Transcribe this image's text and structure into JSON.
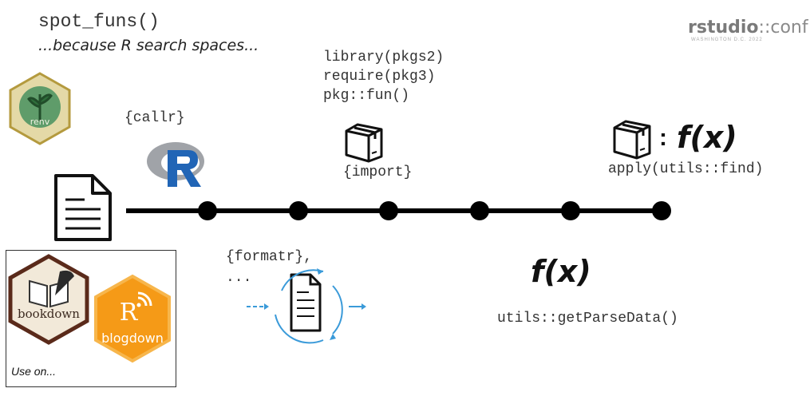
{
  "title": "spot_funs()",
  "subtitle": "...because R search spaces...",
  "code_lines": "library(pkgs2)\nrequire(pkg3)\npkg::fun()",
  "brand": {
    "main": "rstudio",
    "suffix": "::conf",
    "sub": "WASHINGTON D.C. 2022"
  },
  "labels": {
    "callr": "{callr}",
    "import": "{import}",
    "apply": "apply(utils::find)",
    "formatr": "{formatr},",
    "ellipsis": "...",
    "parse": "utils::getParseData()",
    "fx": "f(x)",
    "colon": ":"
  },
  "hex_logos": {
    "renv": "renv",
    "bookdown": "bookdown",
    "blogdown": "blogdown",
    "r": "R"
  },
  "use_on": "Use on...",
  "icons": [
    "document-icon",
    "package-box-icon",
    "r-logo-icon",
    "renv-hex-logo",
    "bookdown-hex-logo",
    "blogdown-hex-logo",
    "formatter-cycle-icon"
  ],
  "colors": {
    "timeline": "#000000",
    "r_blue": "#2165b6",
    "r_gray": "#a0a3a8",
    "blogdown_orange": "#f59a17",
    "bookdown_tan": "#f2e9d9",
    "renv_green": "#3e7b4a",
    "arrow_blue": "#3a9ad9"
  }
}
